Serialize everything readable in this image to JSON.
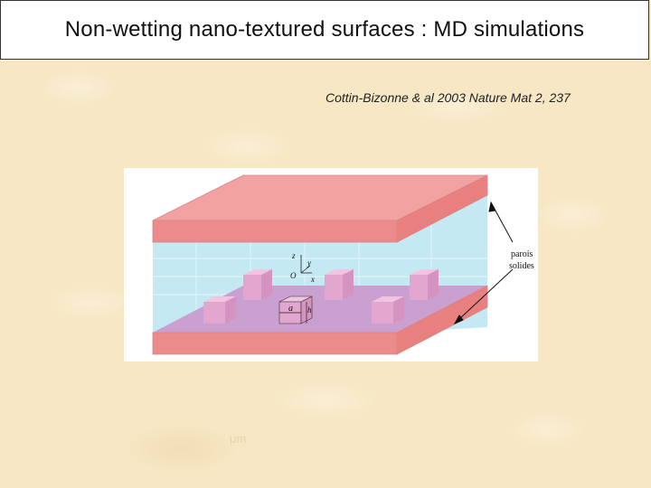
{
  "slide": {
    "title": "Non-wetting nano-textured surfaces : MD simulations",
    "citation": "Cottin-Bizonne & al 2003 Nature Mat 2, 237",
    "faint_label": "μm"
  },
  "figure": {
    "wall_label_line1": "parois",
    "wall_label_line2": "solides",
    "axis_z": "z",
    "axis_y": "y",
    "axis_x": "x",
    "origin": "O",
    "dim_a": "a",
    "dim_h": "h"
  },
  "colors": {
    "wall_top": "#f3a2a2",
    "wall_front": "#ec8b8b",
    "wall_side": "#e98080",
    "fluid": "#c5e9f3",
    "substrate": "#c9a0cf",
    "pillar_top": "#f1c4e2",
    "pillar_front": "#e2a6cf",
    "pillar_side": "#d493c0"
  }
}
